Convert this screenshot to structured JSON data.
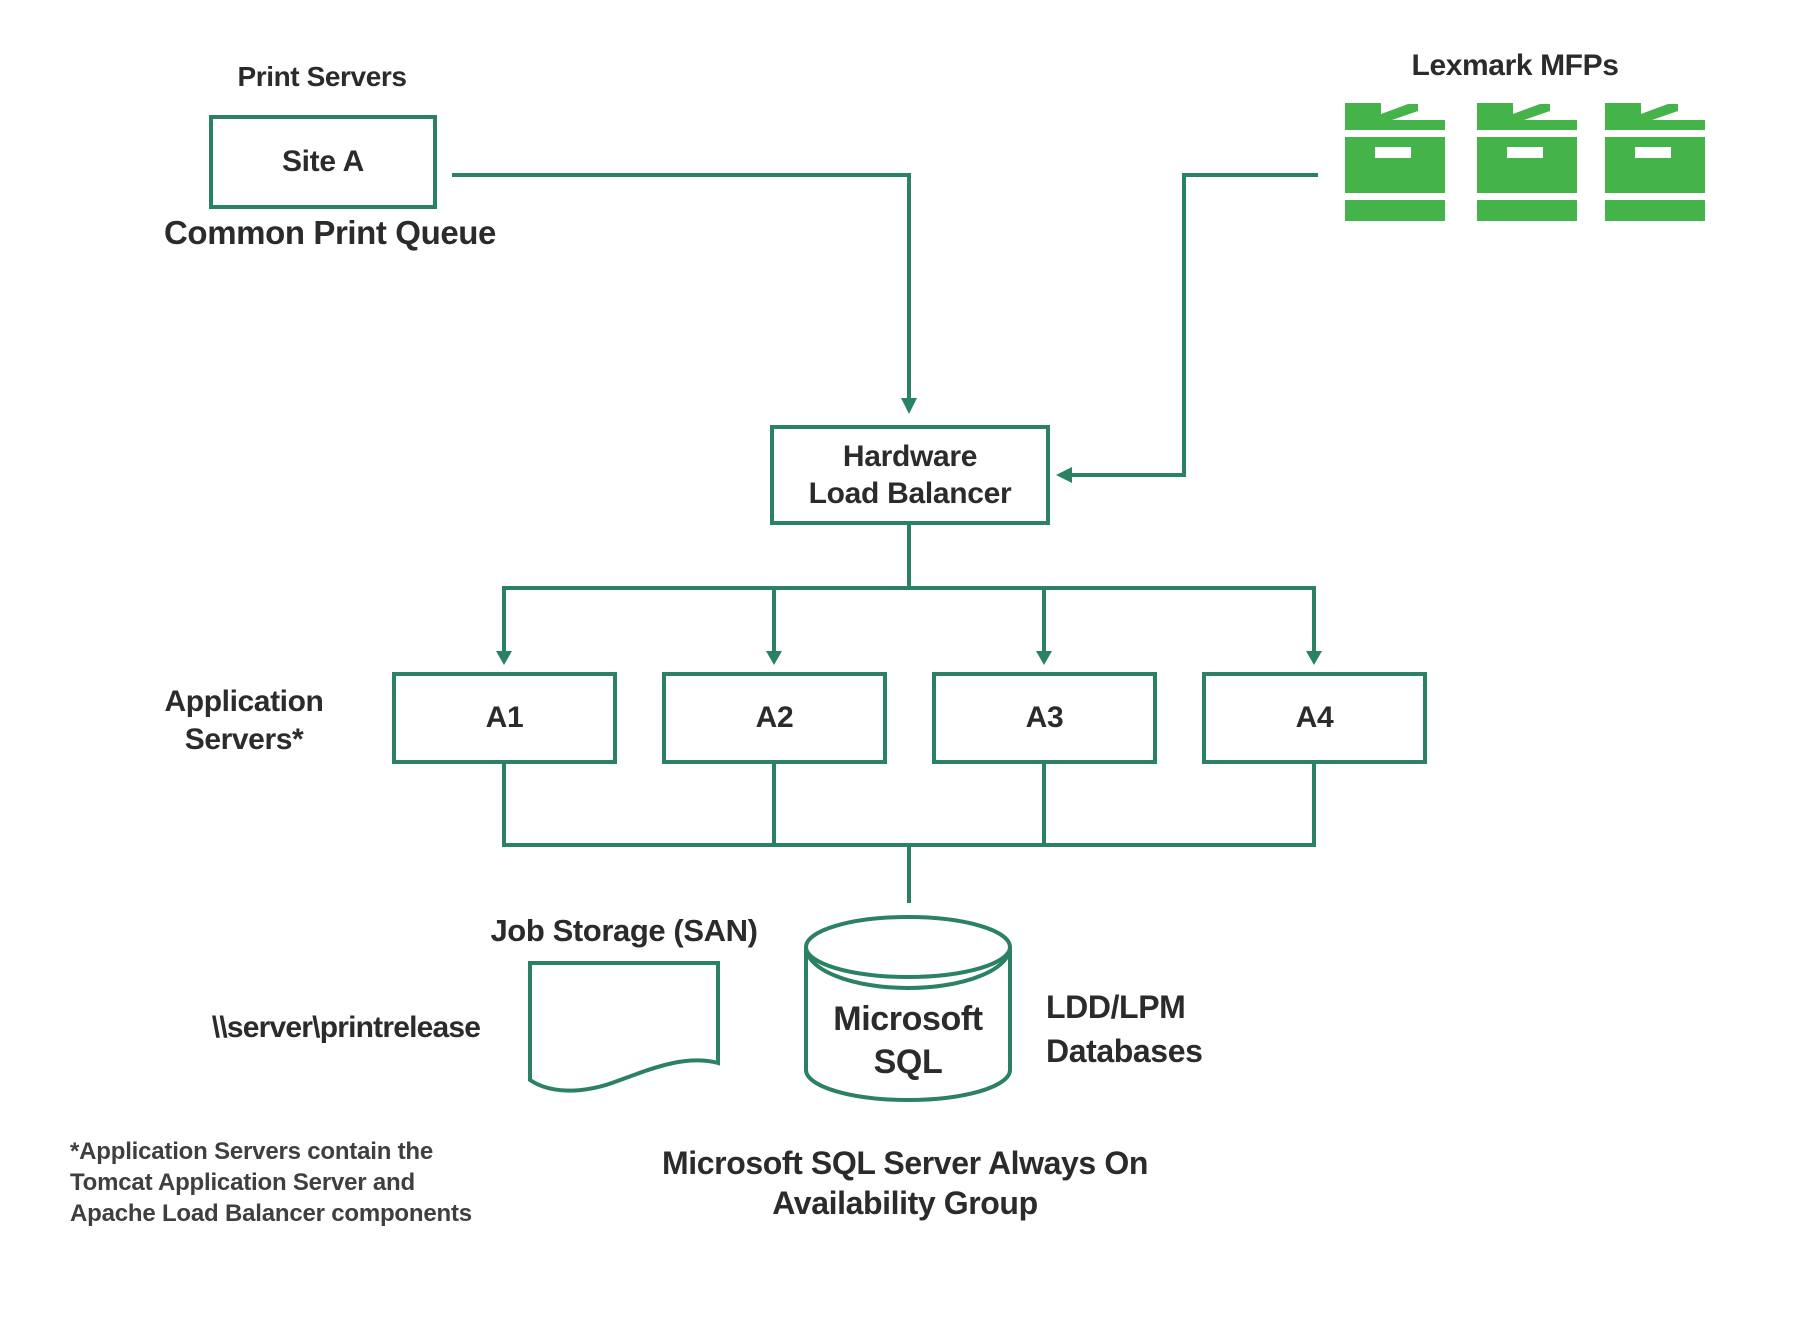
{
  "diagram": {
    "colors": {
      "connector_line": "#2b8166",
      "printer_green": "#44b34a",
      "label_text": "#2b2b2b",
      "footnote_text": "#3f3f3f",
      "background": "#ffffff"
    },
    "labels": {
      "print_servers": "Print Servers",
      "common_print_queue": "Common Print Queue",
      "lexmark_mfps": "Lexmark MFPs",
      "application_servers_line1": "Application",
      "application_servers_line2": "Servers*",
      "job_storage": "Job Storage (SAN)",
      "unc_path": "\\\\server\\printrelease",
      "ldd_line1": "LDD/LPM",
      "ldd_line2": "Databases",
      "sql_ag_line1": "Microsoft SQL Server Always On",
      "sql_ag_line2": "Availability Group"
    },
    "nodes": {
      "site_a": "Site A",
      "load_balancer_line1": "Hardware",
      "load_balancer_line2": "Load Balancer",
      "app_servers": [
        "A1",
        "A2",
        "A3",
        "A4"
      ],
      "database_line1": "Microsoft",
      "database_line2": "SQL"
    },
    "icons": {
      "printer_count": "3"
    },
    "footnote": {
      "line1": "*Application Servers contain the",
      "line2": "Tomcat Application Server and",
      "line3": "Apache Load Balancer components"
    }
  }
}
